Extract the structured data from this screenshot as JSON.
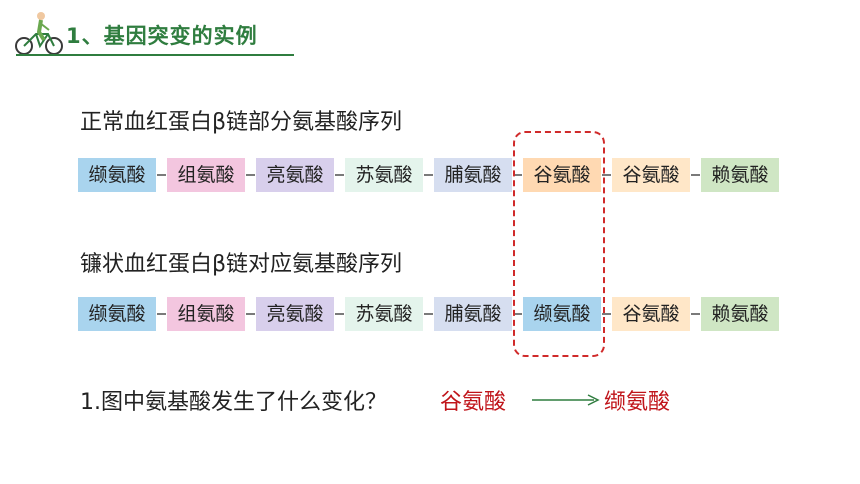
{
  "header": {
    "title": "1、基因突变的实例",
    "theme_color": "#2f7d3f",
    "icon": "cyclist-icon"
  },
  "normal": {
    "label": "正常血红蛋白β链部分氨基酸序列",
    "amino_acids": [
      "缬氨酸",
      "组氨酸",
      "亮氨酸",
      "苏氨酸",
      "脯氨酸",
      "谷氨酸",
      "谷氨酸",
      "赖氨酸"
    ]
  },
  "sickle": {
    "label": "镰状血红蛋白β链对应氨基酸序列",
    "amino_acids": [
      "缬氨酸",
      "组氨酸",
      "亮氨酸",
      "苏氨酸",
      "脯氨酸",
      "缬氨酸",
      "谷氨酸",
      "赖氨酸"
    ]
  },
  "box_colors": [
    "#a9d4ee",
    "#f3c6df",
    "#d8cfec",
    "#e4f4ec",
    "#d6def0",
    "#ffd9b2",
    "#ffe7c8",
    "#cfe6c4"
  ],
  "sickle_box_colors": [
    "#a9d4ee",
    "#f3c6df",
    "#d8cfec",
    "#e4f4ec",
    "#d6def0",
    "#a9d4ee",
    "#ffe7c8",
    "#cfe6c4"
  ],
  "highlight_color": "#d02a2a",
  "question": {
    "text": "1.图中氨基酸发生了什么变化？",
    "from": "谷氨酸",
    "to": "缬氨酸",
    "answer_color": "#c0141a"
  }
}
